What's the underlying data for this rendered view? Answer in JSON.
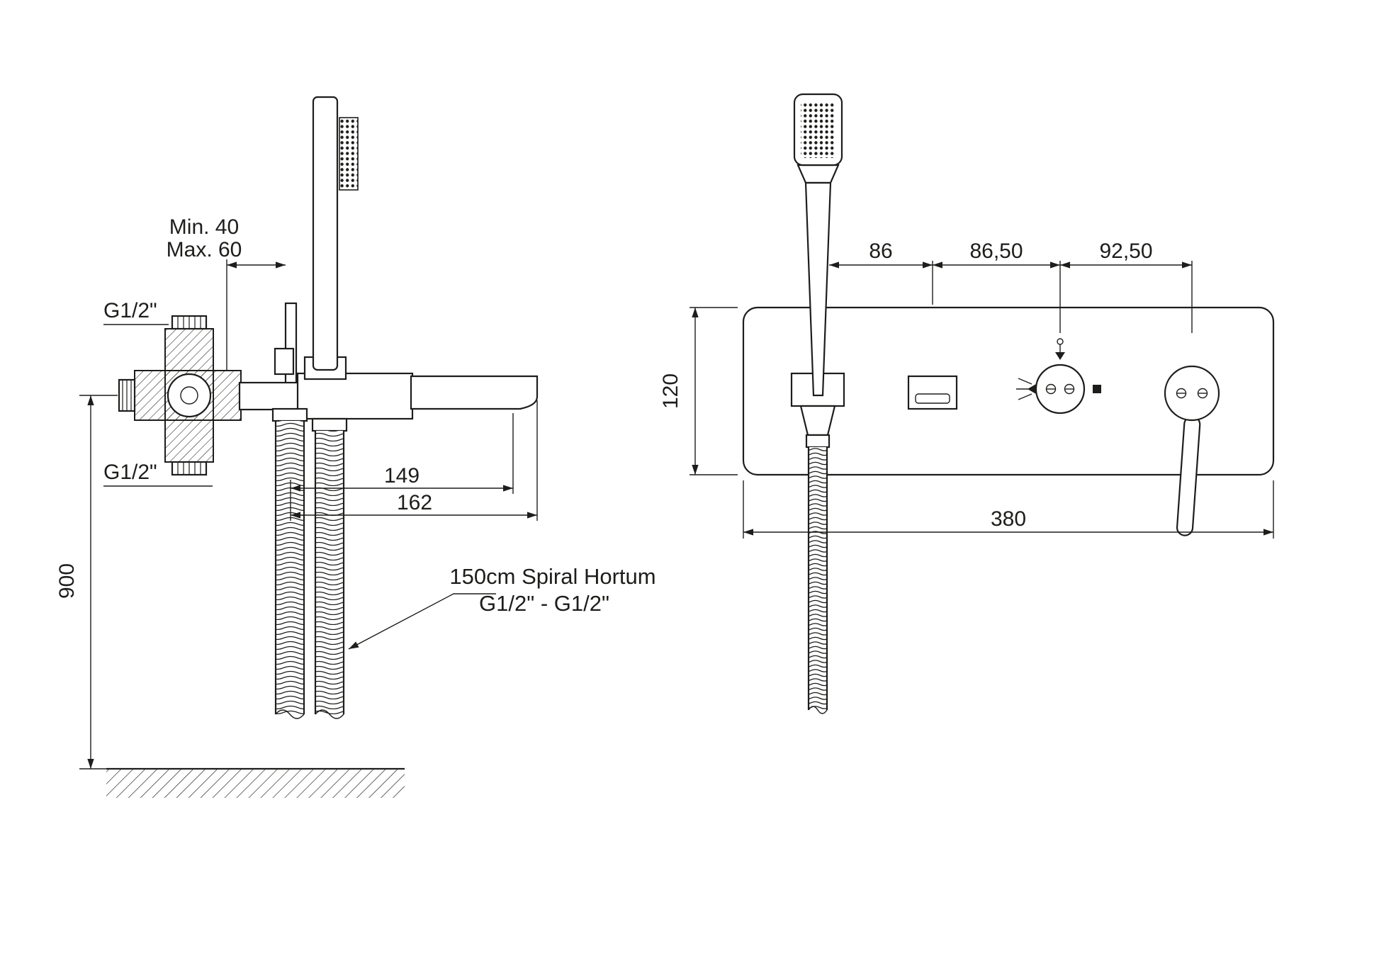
{
  "drawing": {
    "background": "#ffffff",
    "line_color": "#1d1d1b"
  },
  "side_view": {
    "labels": {
      "min_depth": "Min. 40",
      "max_depth": "Max. 60",
      "g12_top": "G1/2\"",
      "g12_bottom": "G1/2\"",
      "dim_spout_reach": "149",
      "dim_spout_total": "162",
      "dim_height": "900",
      "hose_note_line1": "150cm Spiral Hortum",
      "hose_note_line2": "G1/2\" - G1/2\""
    }
  },
  "front_view": {
    "labels": {
      "dim_shower_to_spout": "86",
      "dim_spout_to_diverter": "86,50",
      "dim_diverter_to_lever": "92,50",
      "dim_panel_height": "120",
      "dim_panel_width": "380"
    }
  }
}
